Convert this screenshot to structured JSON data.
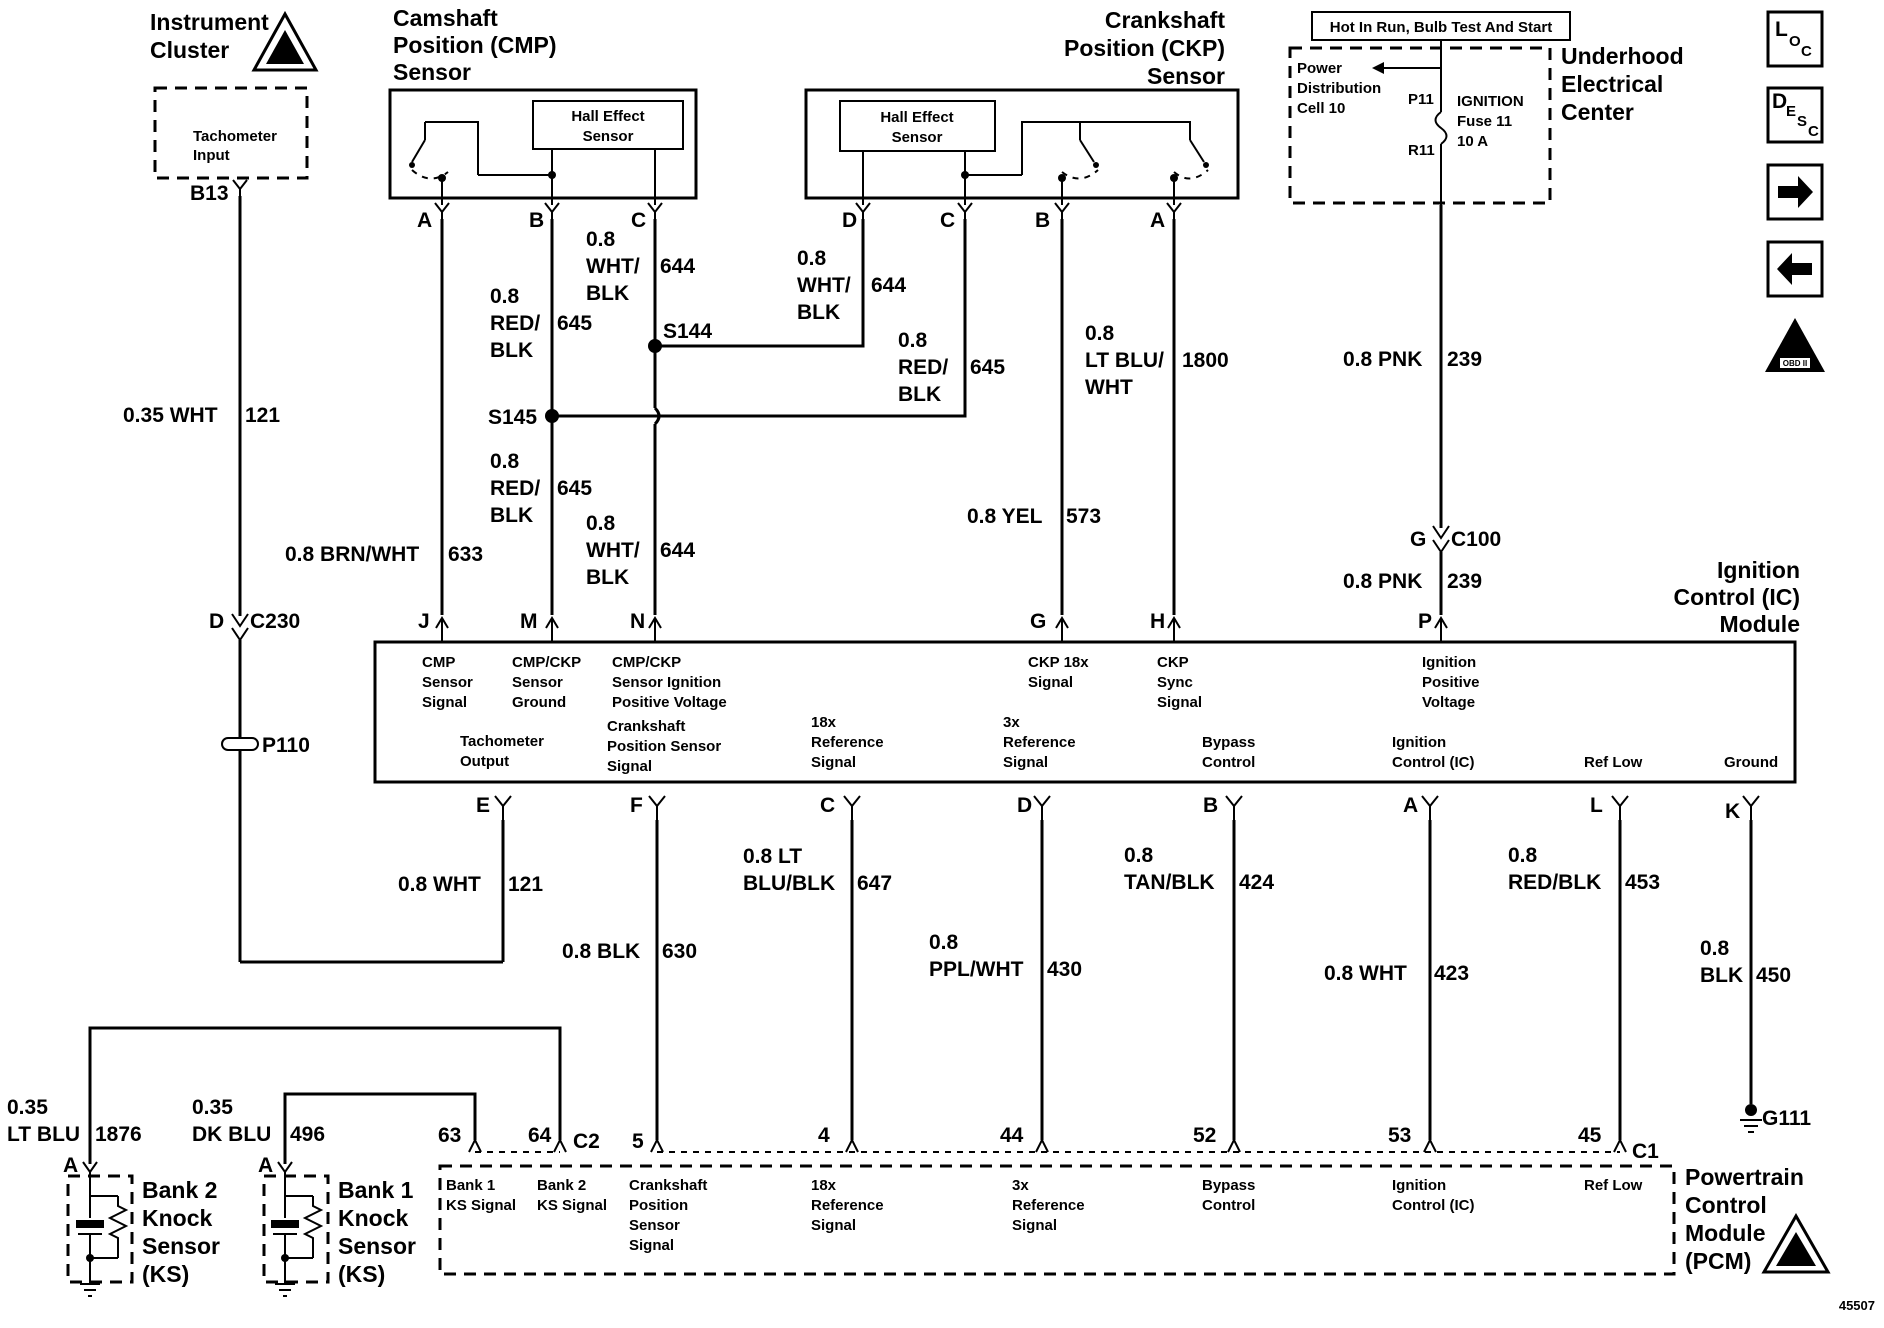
{
  "diagram_id": "45507",
  "components": {
    "instrument_cluster": {
      "name_line1": "Instrument",
      "name_line2": "Cluster",
      "input_line1": "Tachometer",
      "input_line2": "Input",
      "pin": "B13"
    },
    "cmp_sensor": {
      "name_line1": "Camshaft",
      "name_line2": "Position (CMP)",
      "name_line3": "Sensor",
      "hall_line1": "Hall Effect",
      "hall_line2": "Sensor",
      "pins": [
        "A",
        "B",
        "C"
      ]
    },
    "ckp_sensor": {
      "name_line1": "Crankshaft",
      "name_line2": "Position (CKP)",
      "name_line3": "Sensor",
      "hall_line1": "Hall Effect",
      "hall_line2": "Sensor",
      "pins": [
        "D",
        "C",
        "B",
        "A"
      ]
    },
    "fuse_block": {
      "banner": "Hot In Run, Bulb Test And Start",
      "pdc_line1": "Power",
      "pdc_line2": "Distribution",
      "pdc_line3": "Cell 10",
      "fuse_line1": "IGNITION",
      "fuse_line2": "Fuse 11",
      "fuse_line3": "10 A",
      "pin_top": "P11",
      "pin_bottom": "R11",
      "name_line1": "Underhood",
      "name_line2": "Electrical",
      "name_line3": "Center"
    },
    "ic_module": {
      "name_line1": "Ignition",
      "name_line2": "Control (IC)",
      "name_line3": "Module",
      "top_pins": [
        "J",
        "M",
        "N",
        "G",
        "H",
        "P"
      ],
      "bottom_pins": [
        "E",
        "F",
        "C",
        "D",
        "B",
        "A",
        "L",
        "K"
      ],
      "labels": {
        "cmp_signal": [
          "CMP",
          "Sensor",
          "Signal"
        ],
        "cmp_ckp_ground": [
          "CMP/CKP",
          "Sensor",
          "Ground"
        ],
        "cmp_ckp_voltage": [
          "CMP/CKP",
          "Sensor Ignition",
          "Positive Voltage"
        ],
        "ckp_18x": [
          "CKP 18x",
          "Signal"
        ],
        "ckp_sync": [
          "CKP",
          "Sync",
          "Signal"
        ],
        "ign_pos_voltage": [
          "Ignition",
          "Positive",
          "Voltage"
        ],
        "tach_output": [
          "Tachometer",
          "Output"
        ],
        "ckp_signal": [
          "Crankshaft",
          "Position Sensor",
          "Signal"
        ],
        "ref_18x": [
          "18x",
          "Reference",
          "Signal"
        ],
        "ref_3x": [
          "3x",
          "Reference",
          "Signal"
        ],
        "bypass": [
          "Bypass",
          "Control"
        ],
        "ign_control": [
          "Ignition",
          "Control (IC)"
        ],
        "ref_low": [
          "Ref Low"
        ],
        "ground": [
          "Ground"
        ]
      }
    },
    "pcm": {
      "name_line1": "Powertrain",
      "name_line2": "Control",
      "name_line3": "Module",
      "name_line4": "(PCM)",
      "pins": [
        "63",
        "64",
        "5",
        "4",
        "44",
        "52",
        "53",
        "45"
      ],
      "connector_c2": "C2",
      "connector_c1": "C1",
      "labels": {
        "bank1_ks": [
          "Bank 1",
          "KS Signal"
        ],
        "bank2_ks": [
          "Bank 2",
          "KS Signal"
        ],
        "ckp_signal": [
          "Crankshaft",
          "Position",
          "Sensor",
          "Signal"
        ],
        "ref_18x": [
          "18x",
          "Reference",
          "Signal"
        ],
        "ref_3x": [
          "3x",
          "Reference",
          "Signal"
        ],
        "bypass": [
          "Bypass",
          "Control"
        ],
        "ign_control": [
          "Ignition",
          "Control (IC)"
        ],
        "ref_low": [
          "Ref Low"
        ]
      }
    },
    "knock_bank2": {
      "pin": "A",
      "name_line1": "Bank 2",
      "name_line2": "Knock",
      "name_line3": "Sensor",
      "name_line4": "(KS)"
    },
    "knock_bank1": {
      "pin": "A",
      "name_line1": "Bank 1",
      "name_line2": "Knock",
      "name_line3": "Sensor",
      "name_line4": "(KS)"
    }
  },
  "connectors": {
    "c230": "C230",
    "c230_pin": "D",
    "c100": "C100",
    "c100_pin": "G",
    "p110": "P110",
    "g111": "G111",
    "s144": "S144",
    "s145": "S145"
  },
  "wires": {
    "tach_in": {
      "gauge_color": "0.35 WHT",
      "circuit": "121"
    },
    "cmp_signal": {
      "gauge_color": "0.8 BRN/WHT",
      "circuit": "633"
    },
    "cmp_ground_top": {
      "line1": "0.8",
      "line2": "RED/",
      "line3": "BLK",
      "circuit": "645"
    },
    "cmp_ground_bottom": {
      "line1": "0.8",
      "line2": "RED/",
      "line3": "BLK",
      "circuit": "645"
    },
    "cmp_voltage_top": {
      "line1": "0.8",
      "line2": "WHT/",
      "line3": "BLK",
      "circuit": "644"
    },
    "cmp_voltage_bottom": {
      "line1": "0.8",
      "line2": "WHT/",
      "line3": "BLK",
      "circuit": "644"
    },
    "ckp_voltage": {
      "line1": "0.8",
      "line2": "WHT/",
      "line3": "BLK",
      "circuit": "644"
    },
    "ckp_ground": {
      "line1": "0.8",
      "line2": "RED/",
      "line3": "BLK",
      "circuit": "645"
    },
    "ckp_18x": {
      "gauge_color": "0.8 YEL",
      "circuit": "573"
    },
    "ckp_sync": {
      "line1": "0.8",
      "line2": "LT BLU/",
      "line3": "WHT",
      "circuit": "1800"
    },
    "ign_feed_top": {
      "gauge_color": "0.8 PNK",
      "circuit": "239"
    },
    "ign_feed_bottom": {
      "gauge_color": "0.8 PNK",
      "circuit": "239"
    },
    "tach_out": {
      "gauge_color": "0.8 WHT",
      "circuit": "121"
    },
    "ckp_pcm": {
      "gauge_color": "0.8 BLK",
      "circuit": "630"
    },
    "ref_18x": {
      "line1": "0.8 LT",
      "line2": "BLU/BLK",
      "circuit": "647"
    },
    "ref_3x": {
      "line1": "0.8",
      "line2": "PPL/WHT",
      "circuit": "430"
    },
    "bypass": {
      "line1": "0.8",
      "line2": "TAN/BLK",
      "circuit": "424"
    },
    "ign_control": {
      "gauge_color": "0.8 WHT",
      "circuit": "423"
    },
    "ref_low": {
      "line1": "0.8",
      "line2": "RED/BLK",
      "circuit": "453"
    },
    "ground": {
      "line1": "0.8",
      "line2": "BLK",
      "circuit": "450"
    },
    "ks_bank2": {
      "line1": "0.35",
      "line2": "LT BLU",
      "circuit": "1876"
    },
    "ks_bank1": {
      "line1": "0.35",
      "line2": "DK BLU",
      "circuit": "496"
    }
  },
  "nav_icons": [
    "loc-icon",
    "desc-icon",
    "next-arrow-icon",
    "prev-arrow-icon",
    "obd-icon"
  ],
  "nav_text": {
    "loc_l": "L",
    "loc_o": "O",
    "loc_c": "C",
    "desc_d": "D",
    "desc_e": "E",
    "desc_s": "S",
    "desc_c": "C",
    "obd": "OBD II"
  }
}
